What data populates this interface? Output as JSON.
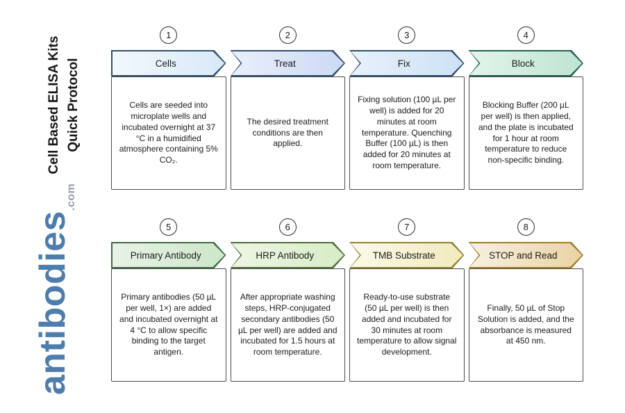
{
  "sidebar": {
    "title_lines": [
      "Cell Based ELISA Kits",
      "Quick Protocol"
    ],
    "title_color": "#161616",
    "logo_text": "antibodies",
    "logo_suffix": ".com",
    "logo_color": "#4d7dad",
    "logo_suffix_color": "#9aa0a6"
  },
  "steps": [
    {
      "number": "1",
      "label": "Cells",
      "description": "Cells are seeded into microplate wells and incubated overnight at 37 °C in a humidified atmosphere containing 5% CO₂.",
      "fill_start": "#f2f8fd",
      "fill_end": "#d8e9f7",
      "border": "#2f4f6e"
    },
    {
      "number": "2",
      "label": "Treat",
      "description": "The desired treatment conditions are then applied.",
      "fill_start": "#e9effb",
      "fill_end": "#ccdaf3",
      "border": "#2f4f6e"
    },
    {
      "number": "3",
      "label": "Fix",
      "description": "Fixing solution (100 µL per well) is added for 20 minutes at room temperature. Quenching Buffer (100 µL) is then added for 20 minutes at room temperature.",
      "fill_start": "#e7f1fb",
      "fill_end": "#cde2f5",
      "border": "#2f4f6e"
    },
    {
      "number": "4",
      "label": "Block",
      "description": "Blocking Buffer (200 µL per well) is then applied, and the plate is incubated for 1 hour at room temperature to reduce non-specific binding.",
      "fill_start": "#e3f4eb",
      "fill_end": "#bfe4d1",
      "border": "#20614f"
    },
    {
      "number": "5",
      "label": "Primary Antibody",
      "description": "Primary antibodies (50 µL per well, 1×) are added and incubated overnight at 4 °C to allow specific binding to the target antigen.",
      "fill_start": "#e8f3e6",
      "fill_end": "#cde6c9",
      "border": "#3e6a41"
    },
    {
      "number": "6",
      "label": "HRP Antibody",
      "description": "After appropriate washing steps, HRP-conjugated secondary antibodies (50 µL per well) are added and incubated for 1.5 hours at room temperature.",
      "fill_start": "#edf5e4",
      "fill_end": "#d7ecc6",
      "border": "#4c6b35"
    },
    {
      "number": "7",
      "label": "TMB Substrate",
      "description": "Ready-to-use substrate (50 µL per well) is then added and incubated for 30 minutes at room temperature to allow signal development.",
      "fill_start": "#fbf9e8",
      "fill_end": "#f1eabc",
      "border": "#90802f"
    },
    {
      "number": "8",
      "label": "STOP and Read",
      "description": "Finally, 50 µL of Stop Solution is added, and the absorbance is measured at 450 nm.",
      "fill_start": "#f8f0df",
      "fill_end": "#e9d3a2",
      "border": "#a1792a"
    }
  ]
}
